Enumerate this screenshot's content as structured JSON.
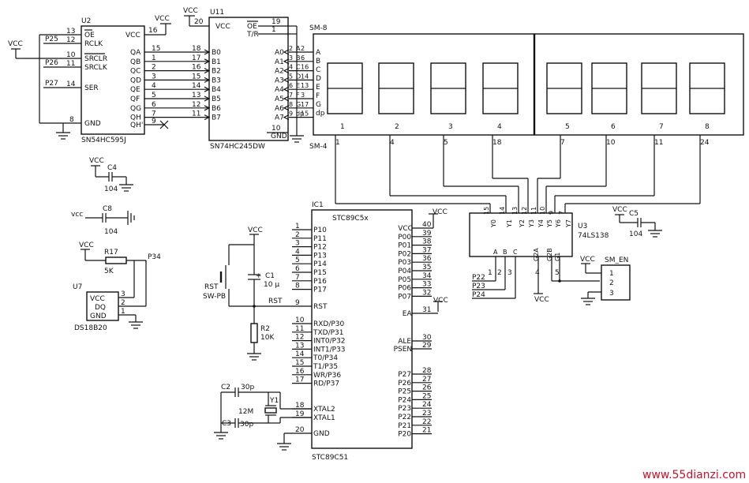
{
  "u2": {
    "ref": "U2",
    "part": "SN54HC595J",
    "left_pins": [
      {
        "net": "",
        "num": "13",
        "name": "OE"
      },
      {
        "net": "P25",
        "num": "12",
        "name": "RCLK"
      },
      {
        "net": "",
        "num": "10",
        "name": "SRCLR"
      },
      {
        "net": "P26",
        "num": "11",
        "name": "SRCLK"
      },
      {
        "net": "P27",
        "num": "14",
        "name": "SER"
      },
      {
        "net": "",
        "num": "8",
        "name": "GND"
      }
    ],
    "top_right": {
      "name": "VCC",
      "num": "16",
      "net": "VCC"
    },
    "right_pins": [
      {
        "name": "QA",
        "num": "15"
      },
      {
        "name": "QB",
        "num": "1"
      },
      {
        "name": "QC",
        "num": "2"
      },
      {
        "name": "QD",
        "num": "3"
      },
      {
        "name": "QE",
        "num": "4"
      },
      {
        "name": "QF",
        "num": "5"
      },
      {
        "name": "QG",
        "num": "6"
      },
      {
        "name": "QH",
        "num": "7"
      },
      {
        "name": "QH'",
        "num": "9"
      }
    ]
  },
  "u11": {
    "ref": "U11",
    "part": "SN74HC245DW",
    "vcc": {
      "name": "VCC",
      "num": "20",
      "net": "VCC"
    },
    "oe": {
      "name": "OE",
      "num": "19"
    },
    "tr": {
      "name": "T/R",
      "num": "1"
    },
    "b_pins": [
      {
        "name": "B0",
        "num": "18"
      },
      {
        "name": "B1",
        "num": "17"
      },
      {
        "name": "B2",
        "num": "16"
      },
      {
        "name": "B3",
        "num": "15"
      },
      {
        "name": "B4",
        "num": "14"
      },
      {
        "name": "B5",
        "num": "13"
      },
      {
        "name": "B6",
        "num": "12"
      },
      {
        "name": "B7",
        "num": "11"
      }
    ],
    "a_pins": [
      {
        "name": "A0",
        "num": "2",
        "seg": "A",
        "segnum": "2"
      },
      {
        "name": "A1",
        "num": "3",
        "seg": "B",
        "segnum": "6"
      },
      {
        "name": "A2",
        "num": "4",
        "seg": "C",
        "segnum": "16"
      },
      {
        "name": "A3",
        "num": "5",
        "seg": "D",
        "segnum": "14"
      },
      {
        "name": "A4",
        "num": "6",
        "seg": "E",
        "segnum": "13"
      },
      {
        "name": "A5",
        "num": "7",
        "seg": "F",
        "segnum": "3"
      },
      {
        "name": "A6",
        "num": "8",
        "seg": "G",
        "segnum": "17"
      },
      {
        "name": "A7",
        "num": "9",
        "seg": "dp",
        "segnum": "15"
      }
    ],
    "gnd": {
      "name": "GND",
      "num": "10"
    }
  },
  "display": {
    "ref_top": "SM-8",
    "ref_bottom": "SM-4",
    "seg_letters": [
      "A",
      "B",
      "C",
      "D",
      "E",
      "F",
      "G",
      "dp"
    ],
    "digits": [
      {
        "label": "1",
        "pin": "1"
      },
      {
        "label": "2",
        "pin": "4"
      },
      {
        "label": "3",
        "pin": "5"
      },
      {
        "label": "4",
        "pin": "18"
      },
      {
        "label": "5",
        "pin": "7"
      },
      {
        "label": "6",
        "pin": "10"
      },
      {
        "label": "7",
        "pin": "11"
      },
      {
        "label": "8",
        "pin": "24"
      }
    ]
  },
  "u3": {
    "ref": "U3",
    "part": "74LS138",
    "outputs": [
      {
        "name": "Y0",
        "num": "15"
      },
      {
        "name": "Y1",
        "num": "14"
      },
      {
        "name": "Y2",
        "num": "13"
      },
      {
        "name": "Y3",
        "num": "12"
      },
      {
        "name": "Y4",
        "num": "11"
      },
      {
        "name": "Y5",
        "num": "10"
      },
      {
        "name": "Y6",
        "num": "9"
      },
      {
        "name": "Y7",
        "num": "7"
      }
    ],
    "inputs": [
      {
        "name": "A",
        "num": "1",
        "net": "P22"
      },
      {
        "name": "B",
        "num": "2",
        "net": "P23"
      },
      {
        "name": "C",
        "num": "3",
        "net": "P24"
      }
    ],
    "enables": [
      {
        "name": "G2A",
        "num": "4"
      },
      {
        "name": "G2B",
        "num": "5"
      },
      {
        "name": "G1",
        "num": "6"
      }
    ]
  },
  "sm_en": {
    "ref": "SM_EN",
    "pins": [
      "1",
      "2",
      "3"
    ],
    "net": "VCC"
  },
  "c4": {
    "ref": "C4",
    "value": "104",
    "net": "VCC"
  },
  "c8": {
    "ref": "C8",
    "value": "104",
    "net": "vcc"
  },
  "c5": {
    "ref": "C5",
    "value": "104",
    "net": "VCC"
  },
  "ds18b20": {
    "ref": "U7",
    "part": "DS18B20",
    "pins": [
      {
        "name": "VCC",
        "num": "3"
      },
      {
        "name": "DQ",
        "num": "2"
      },
      {
        "name": "GND",
        "num": "1"
      }
    ],
    "r17": {
      "ref": "R17",
      "value": "5K"
    },
    "net_vcc": "VCC",
    "net_port": "P34"
  },
  "reset": {
    "sw": "RST",
    "sw_part": "SW-PB",
    "vcc": "VCC",
    "c1": {
      "ref": "C1",
      "value": "10 µ",
      "polarity": "+"
    },
    "r2": {
      "ref": "R2",
      "value": "10K"
    },
    "net": "RST"
  },
  "crystal": {
    "c2": {
      "ref": "C2",
      "value": "30p"
    },
    "c3": {
      "ref": "C3",
      "value": "30p"
    },
    "y1": {
      "ref": "Y1",
      "value": "12M"
    }
  },
  "ic1": {
    "ref": "IC1",
    "part_top": "STC89C5x",
    "part_bottom": "STC89C51",
    "left_pins": [
      {
        "num": "1",
        "name": "P10"
      },
      {
        "num": "2",
        "name": "P11"
      },
      {
        "num": "3",
        "name": "P12"
      },
      {
        "num": "4",
        "name": "P13"
      },
      {
        "num": "5",
        "name": "P14"
      },
      {
        "num": "6",
        "name": "P15"
      },
      {
        "num": "7",
        "name": "P16"
      },
      {
        "num": "8",
        "name": "P17"
      },
      {
        "num": "9",
        "name": "RST"
      },
      {
        "num": "10",
        "name": "RXD/P30"
      },
      {
        "num": "11",
        "name": "TXD/P31"
      },
      {
        "num": "12",
        "name": "INT0/P32"
      },
      {
        "num": "13",
        "name": "INT1/P33"
      },
      {
        "num": "14",
        "name": "T0/P34"
      },
      {
        "num": "15",
        "name": "T1/P35"
      },
      {
        "num": "16",
        "name": "WR/P36"
      },
      {
        "num": "17",
        "name": "RD/P37"
      },
      {
        "num": "18",
        "name": "XTAL2"
      },
      {
        "num": "19",
        "name": "XTAL1"
      },
      {
        "num": "20",
        "name": "GND"
      }
    ],
    "right_pins": [
      {
        "num": "40",
        "name": "VCC"
      },
      {
        "num": "39",
        "name": "P00"
      },
      {
        "num": "38",
        "name": "P01"
      },
      {
        "num": "37",
        "name": "P02"
      },
      {
        "num": "36",
        "name": "P03"
      },
      {
        "num": "35",
        "name": "P04"
      },
      {
        "num": "34",
        "name": "P05"
      },
      {
        "num": "33",
        "name": "P06"
      },
      {
        "num": "32",
        "name": "P07"
      },
      {
        "num": "31",
        "name": "EA"
      },
      {
        "num": "30",
        "name": "ALE"
      },
      {
        "num": "29",
        "name": "PSEN"
      },
      {
        "num": "28",
        "name": "P27"
      },
      {
        "num": "27",
        "name": "P26"
      },
      {
        "num": "26",
        "name": "P25"
      },
      {
        "num": "25",
        "name": "P24"
      },
      {
        "num": "24",
        "name": "P23"
      },
      {
        "num": "23",
        "name": "P22"
      },
      {
        "num": "22",
        "name": "P21"
      },
      {
        "num": "21",
        "name": "P20"
      }
    ],
    "vcc_net": "VCC",
    "ea_net": "VCC"
  },
  "vcc_label": "VCC",
  "watermark": "www.55dianzi.com"
}
